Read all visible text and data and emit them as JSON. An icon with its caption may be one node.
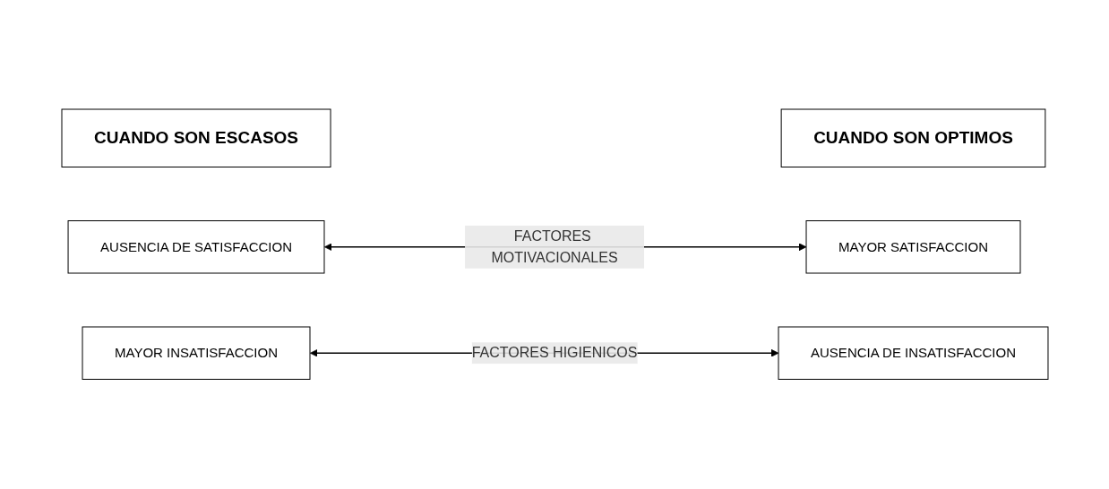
{
  "diagram": {
    "nodes": [
      {
        "text": [
          "CUANDO SON ESCASOS"
        ]
      },
      {
        "text": [
          "CUANDO SON OPTIMOS"
        ]
      },
      {
        "text": [
          "AUSENCIA DE SATISFACCION"
        ]
      },
      {
        "text": [
          "MAYOR SATISFACCION"
        ]
      },
      {
        "text": [
          "MAYOR INSATISFACCION"
        ]
      },
      {
        "text": [
          "AUSENCIA DE INSATISFACCION"
        ]
      }
    ],
    "edges": [
      {
        "from": 2,
        "to": 3,
        "arrow": "both",
        "label": "FACTORES MOTIVACIONALES"
      },
      {
        "from": 4,
        "to": 5,
        "arrow": "both",
        "label": "FACTORES HIGIENICOS"
      }
    ]
  }
}
